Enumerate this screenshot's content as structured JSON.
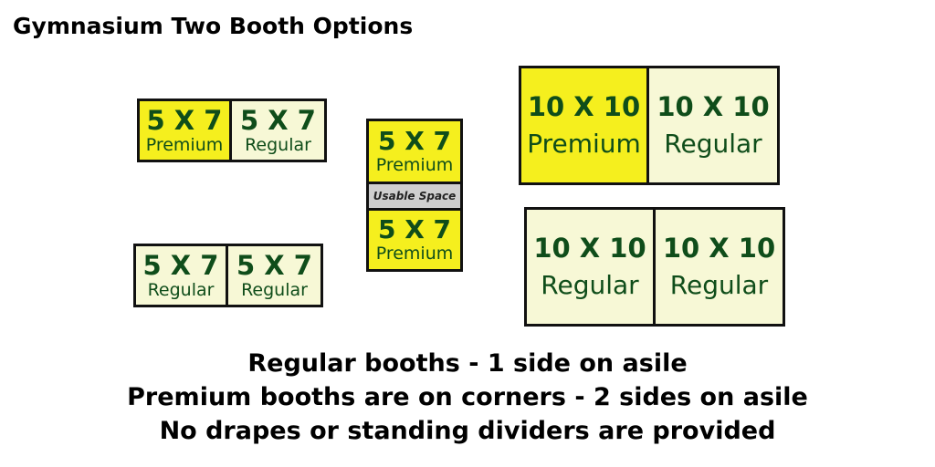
{
  "title": "Gymnasium Two Booth Options",
  "booths": {
    "pair1": [
      {
        "size": "5 X 7",
        "type": "Premium"
      },
      {
        "size": "5 X 7",
        "type": "Regular"
      }
    ],
    "pair2": [
      {
        "size": "5 X 7",
        "type": "Regular"
      },
      {
        "size": "5 X 7",
        "type": "Regular"
      }
    ],
    "stack": {
      "top": {
        "size": "5 X 7",
        "type": "Premium"
      },
      "middle": "Usable Space",
      "bottom": {
        "size": "5 X 7",
        "type": "Premium"
      }
    },
    "pair3": [
      {
        "size": "10 X 10",
        "type": "Premium"
      },
      {
        "size": "10 X 10",
        "type": "Regular"
      }
    ],
    "pair4": [
      {
        "size": "10 X 10",
        "type": "Regular"
      },
      {
        "size": "10 X 10",
        "type": "Regular"
      }
    ]
  },
  "notes": [
    "Regular booths - 1 side on asile",
    "Premium booths are on corners - 2 sides on asile",
    "No drapes or standing dividers are provided"
  ],
  "colors": {
    "premium": "#f5ef1e",
    "regular": "#f7f8d6",
    "text": "#0f4d1a",
    "border": "#111111",
    "usable_space": "#cfcfcf"
  }
}
